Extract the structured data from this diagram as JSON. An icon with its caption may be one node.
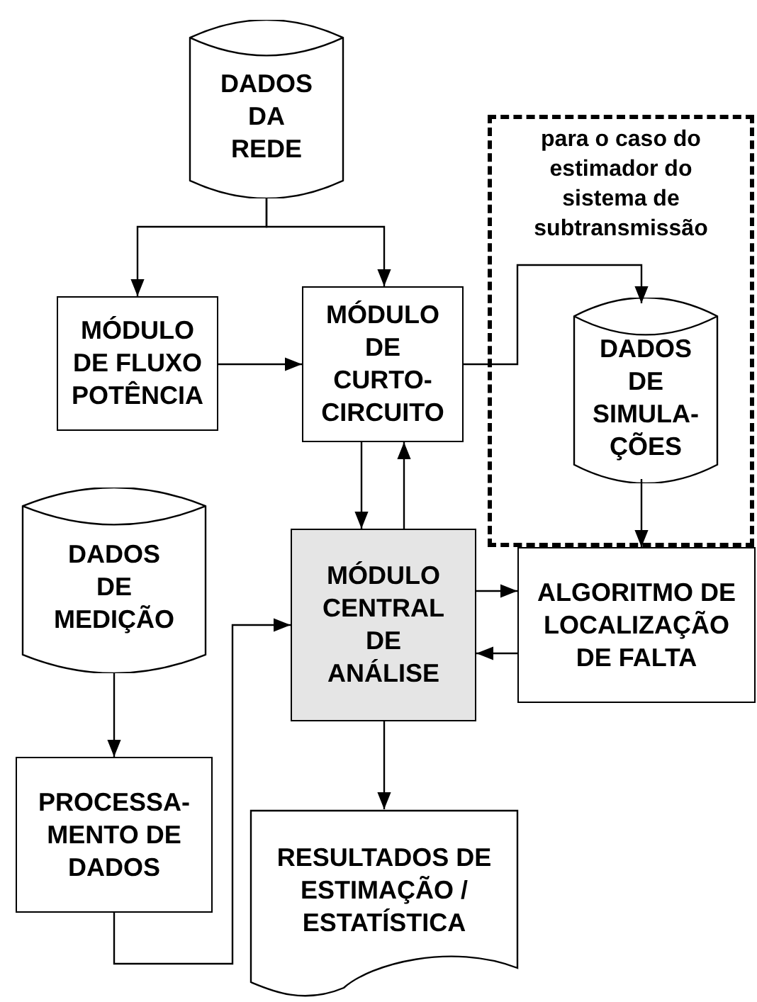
{
  "diagram": {
    "nodes": [
      {
        "text": [
          "DADOS DA REDE"
        ]
      },
      {
        "text": [
          "para o caso do estimador do sistema de subtransmissão"
        ]
      },
      {
        "text": [
          "MÓDULO DE FLUXO POTÊNCIA"
        ]
      },
      {
        "text": [
          "MÓDULO DE CURTO-CIRCUITO"
        ]
      },
      {
        "text": [
          "DADOS DE SIMULA- ÇÕES"
        ],
        "in": 1
      },
      {
        "text": [
          "DADOS DE MEDIÇÃO"
        ]
      },
      {
        "text": [
          "MÓDULO CENTRAL DE ANÁLISE"
        ]
      },
      {
        "text": [
          "ALGORITMO DE LOCALIZAÇÃO DE FALTA"
        ]
      },
      {
        "text": [
          "PROCESSA- MENTO DE DADOS"
        ]
      },
      {
        "text": [
          "RESULTADOS DE ESTIMAÇÃO / ESTATÍSTICA"
        ]
      }
    ],
    "edges": [
      {
        "from": 0,
        "to": 2,
        "arrow": "to"
      },
      {
        "from": 0,
        "to": 3,
        "arrow": "to"
      },
      {
        "from": 2,
        "to": 3,
        "arrow": "to"
      },
      {
        "from": 3,
        "to": 4,
        "arrow": "to"
      },
      {
        "from": 3,
        "to": 6,
        "arrow": "to"
      },
      {
        "from": 6,
        "to": 3,
        "arrow": "to"
      },
      {
        "from": 4,
        "to": 7,
        "arrow": "to"
      },
      {
        "from": 6,
        "to": 7,
        "arrow": "to"
      },
      {
        "from": 7,
        "to": 6,
        "arrow": "to"
      },
      {
        "from": 5,
        "to": 8,
        "arrow": "to"
      },
      {
        "from": 8,
        "to": 6,
        "arrow": "to"
      },
      {
        "from": 6,
        "to": 9,
        "arrow": "to"
      }
    ]
  }
}
